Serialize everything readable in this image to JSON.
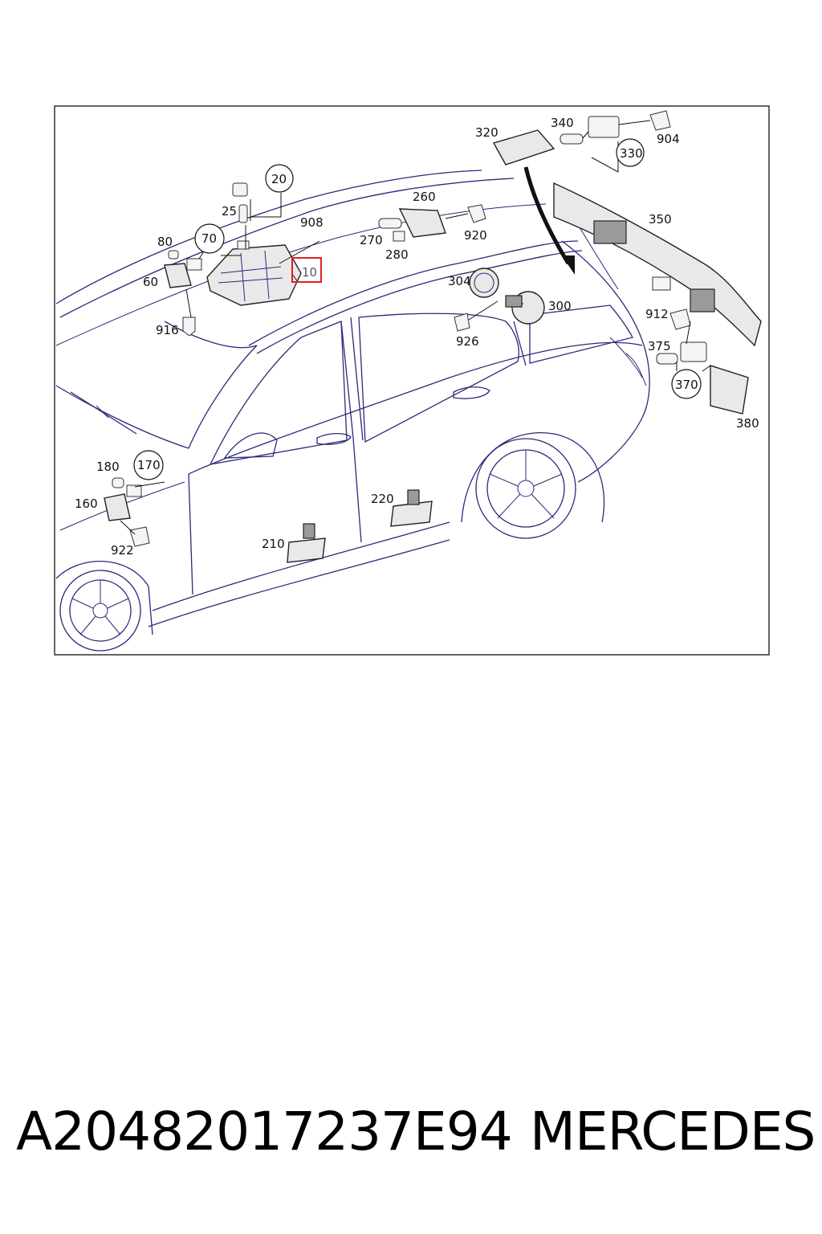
{
  "callouts": {
    "c10": "10",
    "c20": "20",
    "c25": "25",
    "c60": "60",
    "c70": "70",
    "c80": "80",
    "c160": "160",
    "c170": "170",
    "c180": "180",
    "c210": "210",
    "c220": "220",
    "c260": "260",
    "c270": "270",
    "c280": "280",
    "c300": "300",
    "c304": "304",
    "c320": "320",
    "c330": "330",
    "c340": "340",
    "c350": "350",
    "c370": "370",
    "c375": "375",
    "c380": "380",
    "c904": "904",
    "c908": "908",
    "c912": "912",
    "c916": "916",
    "c920": "920",
    "c922": "922",
    "c926": "926"
  },
  "highlight_color": "#e02020",
  "footer": {
    "part_number": "A20482017237E94",
    "brand": "MERCEDES"
  }
}
